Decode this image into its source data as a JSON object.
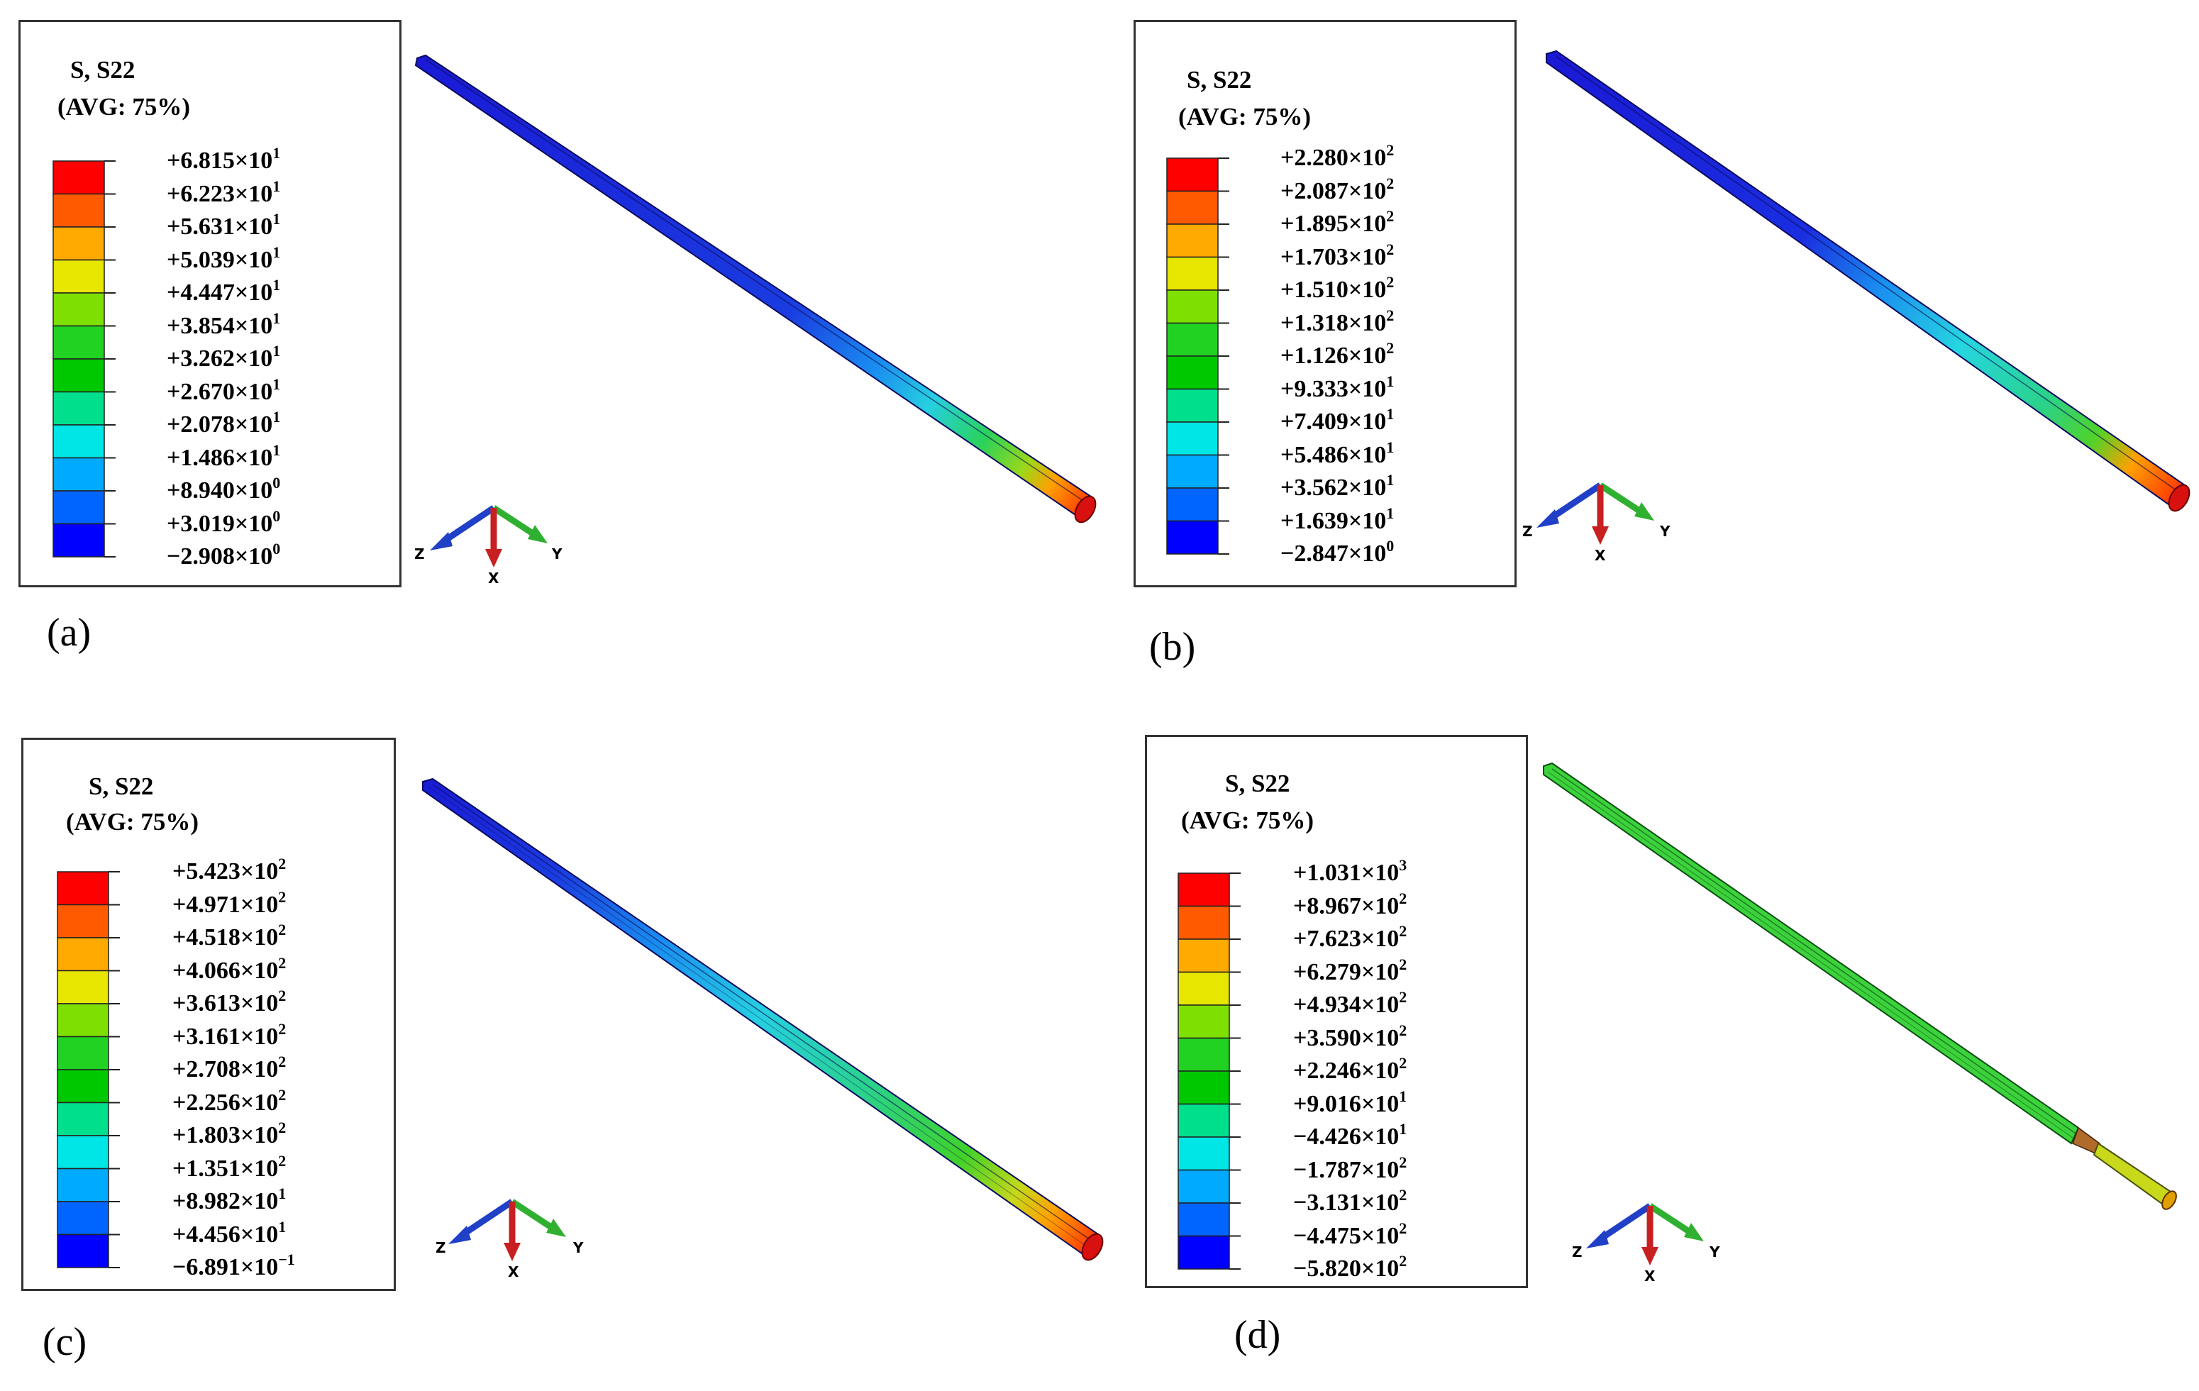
{
  "panels": [
    {
      "letter": "(a)",
      "legend_title": [
        "S, S22",
        "(AVG: 75%)"
      ],
      "values": [
        {
          "m": "+6.815",
          "e": "1"
        },
        {
          "m": "+6.223",
          "e": "1"
        },
        {
          "m": "+5.631",
          "e": "1"
        },
        {
          "m": "+5.039",
          "e": "1"
        },
        {
          "m": "+4.447",
          "e": "1"
        },
        {
          "m": "+3.854",
          "e": "1"
        },
        {
          "m": "+3.262",
          "e": "1"
        },
        {
          "m": "+2.670",
          "e": "1"
        },
        {
          "m": "+2.078",
          "e": "1"
        },
        {
          "m": "+1.486",
          "e": "1"
        },
        {
          "m": "+8.940",
          "e": "0"
        },
        {
          "m": "+3.019",
          "e": "0"
        },
        {
          "m": "−2.908",
          "e": "0"
        }
      ],
      "axes": {
        "z": "Z",
        "y": "Y",
        "x": "X"
      }
    },
    {
      "letter": "(b)",
      "legend_title": [
        "S, S22",
        "(AVG: 75%)"
      ],
      "values": [
        {
          "m": "+2.280",
          "e": "2"
        },
        {
          "m": "+2.087",
          "e": "2"
        },
        {
          "m": "+1.895",
          "e": "2"
        },
        {
          "m": "+1.703",
          "e": "2"
        },
        {
          "m": "+1.510",
          "e": "2"
        },
        {
          "m": "+1.318",
          "e": "2"
        },
        {
          "m": "+1.126",
          "e": "2"
        },
        {
          "m": "+9.333",
          "e": "1"
        },
        {
          "m": "+7.409",
          "e": "1"
        },
        {
          "m": "+5.486",
          "e": "1"
        },
        {
          "m": "+3.562",
          "e": "1"
        },
        {
          "m": "+1.639",
          "e": "1"
        },
        {
          "m": "−2.847",
          "e": "0"
        }
      ],
      "axes": {
        "z": "Z",
        "y": "Y",
        "x": "X"
      }
    },
    {
      "letter": "(c)",
      "legend_title": [
        "S, S22",
        "(AVG: 75%)"
      ],
      "values": [
        {
          "m": "+5.423",
          "e": "2"
        },
        {
          "m": "+4.971",
          "e": "2"
        },
        {
          "m": "+4.518",
          "e": "2"
        },
        {
          "m": "+4.066",
          "e": "2"
        },
        {
          "m": "+3.613",
          "e": "2"
        },
        {
          "m": "+3.161",
          "e": "2"
        },
        {
          "m": "+2.708",
          "e": "2"
        },
        {
          "m": "+2.256",
          "e": "2"
        },
        {
          "m": "+1.803",
          "e": "2"
        },
        {
          "m": "+1.351",
          "e": "2"
        },
        {
          "m": "+8.982",
          "e": "1"
        },
        {
          "m": "+4.456",
          "e": "1"
        },
        {
          "m": "−6.891",
          "e": "−1"
        }
      ],
      "axes": {
        "z": "Z",
        "y": "Y",
        "x": "X"
      }
    },
    {
      "letter": "(d)",
      "legend_title": [
        "S, S22",
        "(AVG: 75%)"
      ],
      "values": [
        {
          "m": "+1.031",
          "e": "3"
        },
        {
          "m": "+8.967",
          "e": "2"
        },
        {
          "m": "+7.623",
          "e": "2"
        },
        {
          "m": "+6.279",
          "e": "2"
        },
        {
          "m": "+4.934",
          "e": "2"
        },
        {
          "m": "+3.590",
          "e": "2"
        },
        {
          "m": "+2.246",
          "e": "2"
        },
        {
          "m": "+9.016",
          "e": "1"
        },
        {
          "m": "−4.426",
          "e": "1"
        },
        {
          "m": "−1.787",
          "e": "2"
        },
        {
          "m": "−3.131",
          "e": "2"
        },
        {
          "m": "−4.475",
          "e": "2"
        },
        {
          "m": "−5.820",
          "e": "2"
        }
      ],
      "axes": {
        "z": "Z",
        "y": "Y",
        "x": "X"
      }
    }
  ],
  "scale_colors": [
    "#ff0000",
    "#ff5a00",
    "#ffaa00",
    "#e6e600",
    "#7ee000",
    "#22d222",
    "#00c800",
    "#00e08c",
    "#00e6e6",
    "#00aaff",
    "#0064ff",
    "#0000ff"
  ],
  "times_sign": "×10"
}
